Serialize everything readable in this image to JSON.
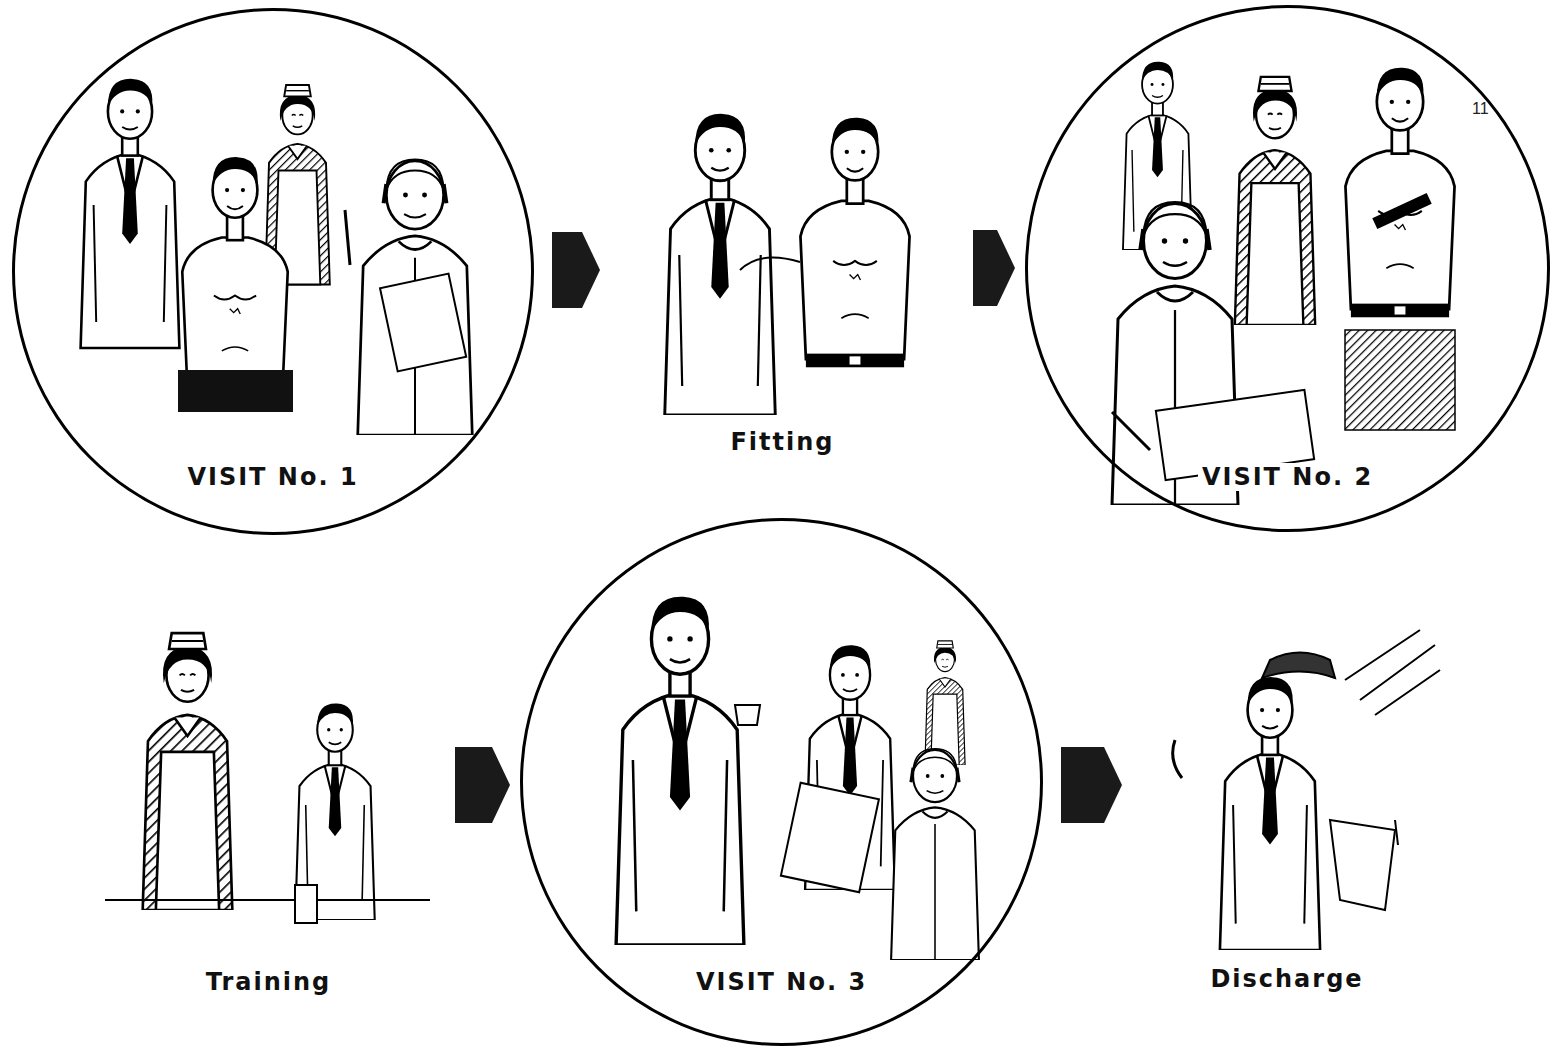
{
  "diagram": {
    "nodes": [
      {
        "text": [
          "VISIT No. 1"
        ]
      },
      {
        "text": [
          "Fitting"
        ]
      },
      {
        "text": [
          "VISIT No. 2"
        ]
      },
      {
        "text": [
          "Training"
        ]
      },
      {
        "text": [
          "VISIT No. 3"
        ]
      },
      {
        "text": [
          "Discharge"
        ]
      }
    ],
    "edges": [
      {
        "from": 0,
        "to": 1,
        "arrow": "to"
      },
      {
        "from": 1,
        "to": 2,
        "arrow": "to"
      },
      {
        "from": 3,
        "to": 4,
        "arrow": "to"
      },
      {
        "from": 4,
        "to": 5,
        "arrow": "to"
      }
    ],
    "labels": [
      "11"
    ]
  }
}
